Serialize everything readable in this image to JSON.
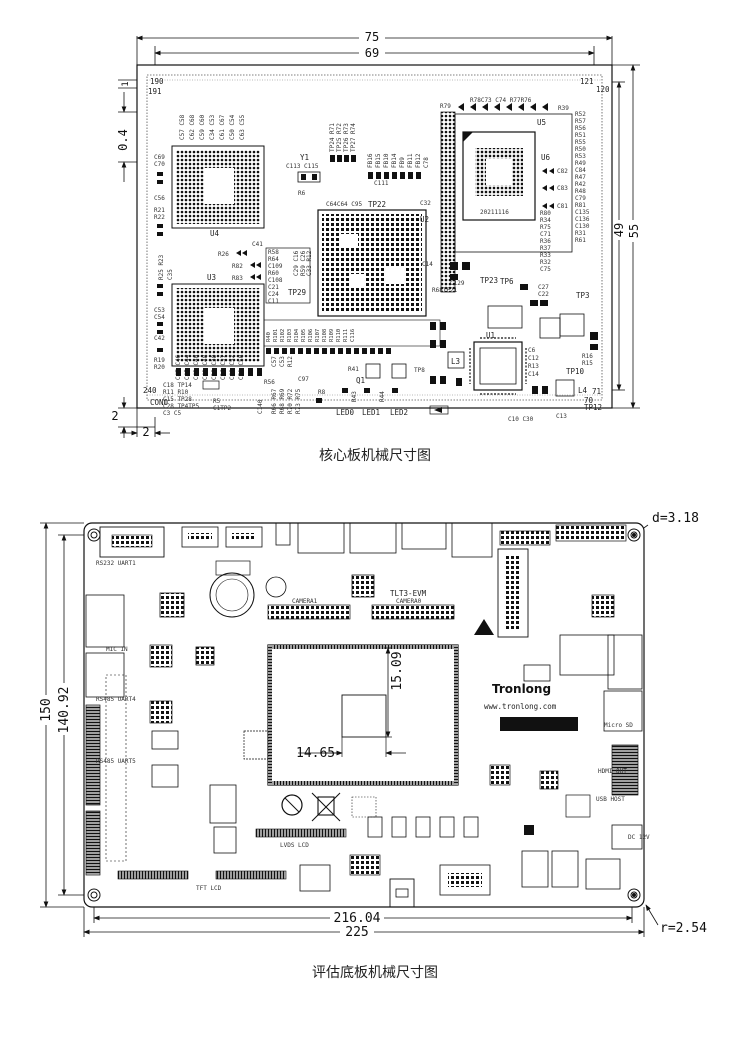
{
  "core_board": {
    "caption": "核心板机械尺寸图",
    "dims": {
      "width_outer": "75",
      "width_inner": "69",
      "height_outer": "55",
      "height_inner": "49",
      "left_offset": "0.4",
      "bottom_offset": "2",
      "left_edge": "2",
      "top_small": "1"
    },
    "pins": {
      "p190": "190",
      "p191": "191",
      "p121": "121",
      "p120": "120",
      "p240": "240",
      "p70": "70",
      "p71": "71"
    },
    "chip_labels": {
      "u4": "U4",
      "u3": "U3",
      "u2": "U2",
      "u5": "U5",
      "u6": "U6",
      "u1": "U1",
      "y1": "Y1",
      "tp22": "TP22",
      "tp29": "TP29",
      "con0": "CON0",
      "date_code": "20211116",
      "led0": "LED0",
      "led1": "LED1",
      "led2": "LED2",
      "q1": "Q1",
      "l3": "L3",
      "l4": "L4",
      "tp3": "TP3",
      "tp10": "TP10",
      "tp12": "TP12",
      "tp23": "TP23",
      "tp6": "TP6"
    }
  },
  "eval_board": {
    "caption": "评估底板机械尺寸图",
    "dims": {
      "width_outer": "225",
      "width_inner": "216.04",
      "height_outer": "150",
      "height_inner": "140.92",
      "hole_d": "d=3.18",
      "corner_r": "r=2.54",
      "chip_w": "14.65",
      "chip_h": "15.09"
    },
    "labels": {
      "board_name": "TLT3-EVM",
      "brand": "Tronlong",
      "url": "www.tronlong.com",
      "camera0": "CAMERA0",
      "camera1": "CAMERA1",
      "lvds": "LVDS LCD",
      "tft": "TFT LCD",
      "rs232": "RS232 UART1",
      "rs485_a": "RS485 UART4",
      "rs485_b": "RS485 UART5",
      "mic_in": "MIC IN",
      "dc12v": "DC 12V",
      "hdmi": "HDMI OUT",
      "usb": "USB HOST",
      "micro_sd": "Micro SD"
    }
  }
}
